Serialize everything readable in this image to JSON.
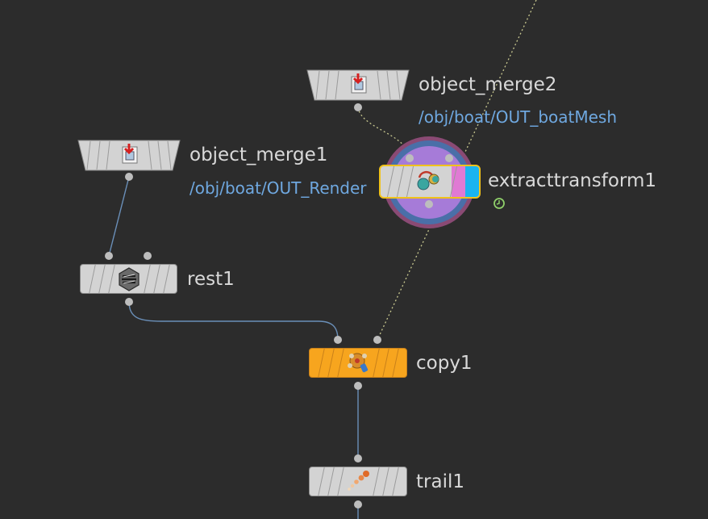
{
  "nodes": {
    "object_merge2": {
      "label": "object_merge2",
      "path": "/obj/boat/OUT_boatMesh"
    },
    "object_merge1": {
      "label": "object_merge1",
      "path": "/obj/boat/OUT_Render"
    },
    "extracttransform1": {
      "label": "extracttransform1"
    },
    "rest1": {
      "label": "rest1"
    },
    "copy1": {
      "label": "copy1"
    },
    "trail1": {
      "label": "trail1"
    }
  },
  "colors": {
    "background": "#2c2c2c",
    "node_gray": "#d3d3d3",
    "copy_orange": "#f7a51e",
    "selection_yellow": "#f0c21b",
    "wire_blue": "#6a8fb8",
    "wire_dotted": "#c8c890",
    "path_text": "#6fa8e0",
    "label_text": "#d9d9d9"
  }
}
